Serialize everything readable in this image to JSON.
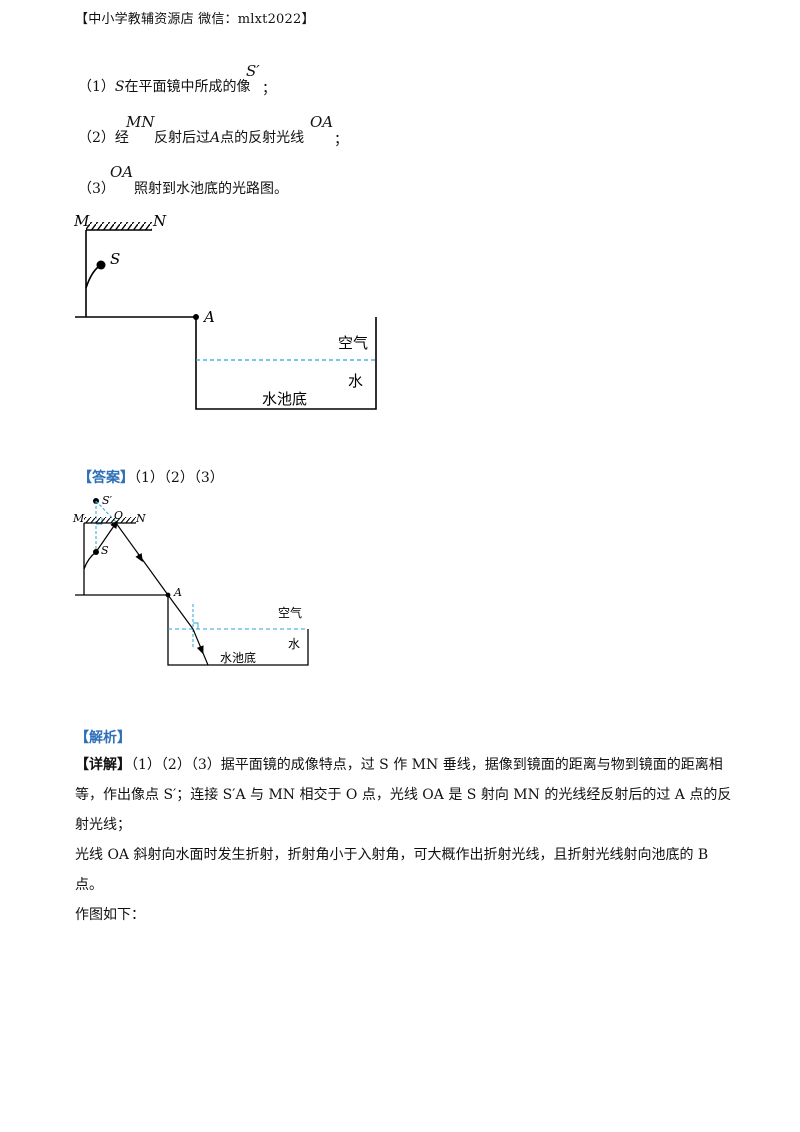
{
  "header": "【中小学教辅资源店 微信：mlxt2022】",
  "questions": {
    "q1": {
      "num": "（1）",
      "s": "S",
      "text": "在平面镜中所成的像",
      "sup": "S′",
      "end": "；"
    },
    "q2": {
      "num": "（2）经",
      "sup1": "MN",
      "text1": "反射后过",
      "a": "A",
      "text2": "点的反射光线",
      "sup2": "OA",
      "end": "；"
    },
    "q3": {
      "num": "（3）",
      "sup": "OA",
      "text": "照射到水池底的光路图。"
    }
  },
  "figure1": {
    "labels": {
      "M": "M",
      "N": "N",
      "S": "S",
      "A": "A",
      "air": "空气",
      "water": "水",
      "bottom": "水池底"
    },
    "colors": {
      "line": "#000000",
      "water_surface": "#29a3d6"
    }
  },
  "answer": {
    "tag": "【答案】",
    "parts": "（1）（2）（3）"
  },
  "figure2": {
    "labels": {
      "Sp": "S′",
      "M": "M",
      "O": "O",
      "N": "N",
      "S": "S",
      "A": "A",
      "air": "空气",
      "water": "水",
      "bottom": "水池底"
    }
  },
  "analysis": {
    "tag": "【解析】",
    "detail_tag": "【详解】",
    "p1": "（1）（2）（3）据平面镜的成像特点，过 S 作 MN 垂线，据像到镜面的距离与物到镜面的距离相",
    "p2": "等，作出像点 S′；连接 S′A 与 MN 相交于 O 点，光线 OA 是 S 射向 MN 的光线经反射后的过 A 点的反射光线；",
    "p3": "光线 OA 斜射向水面时发生折射，折射角小于入射角，可大概作出折射光线，且折射光线射向池底的 B 点。",
    "p4": "作图如下："
  }
}
